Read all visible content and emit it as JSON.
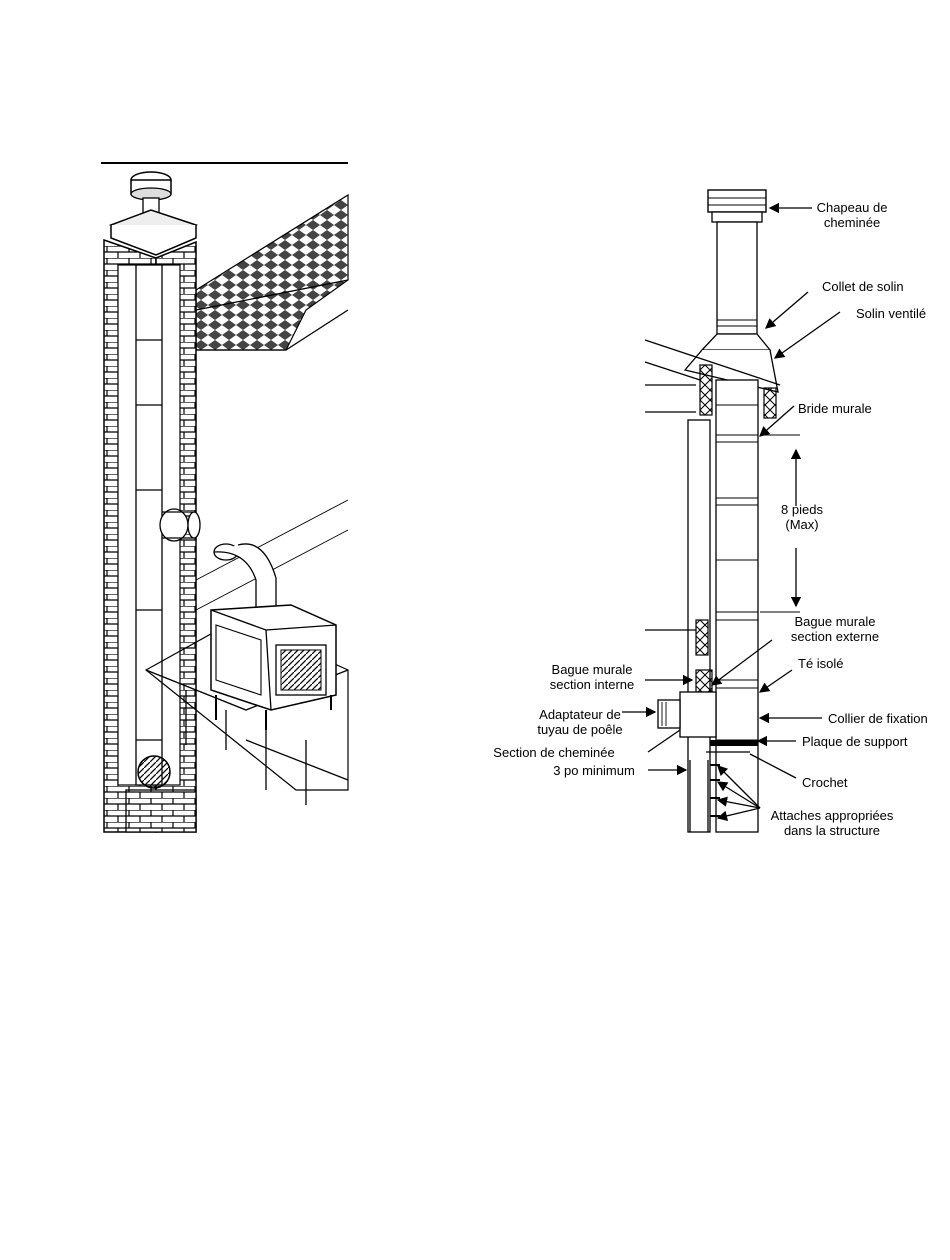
{
  "labels": {
    "chapeau_1": "Chapeau de",
    "chapeau_2": "cheminée",
    "collet": "Collet de solin",
    "solin": "Solin ventilé",
    "bride": "Bride murale",
    "pieds_1": "8 pieds",
    "pieds_2": "(Max)",
    "bague_ext_1": "Bague murale",
    "bague_ext_2": "section externe",
    "bague_int_1": "Bague murale",
    "bague_int_2": "section interne",
    "te": "Té isolé",
    "adaptateur_1": "Adaptateur de",
    "adaptateur_2": "tuyau de poêle",
    "collier": "Collier de fixation",
    "section": "Section de cheminée",
    "plaque": "Plaque de support",
    "minimum": "3 po minimum",
    "crochet": "Crochet",
    "attaches_1": "Attaches appropriées",
    "attaches_2": "dans la structure"
  }
}
